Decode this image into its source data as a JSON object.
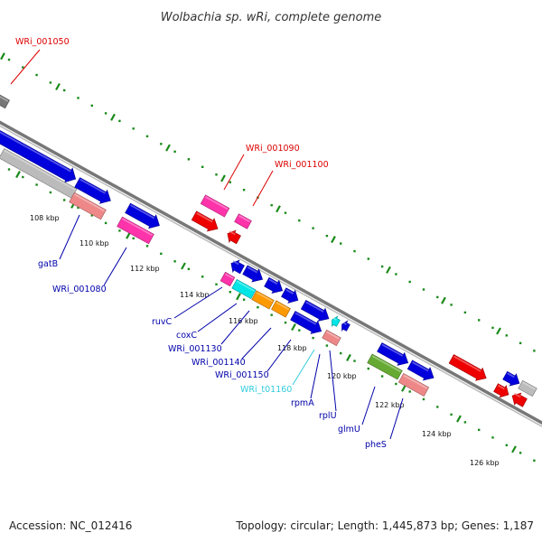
{
  "header": {
    "title": "Wolbachia sp. wRi, complete genome"
  },
  "footer": {
    "accession": "Accession: NC_012416",
    "summary": "Topology: circular; Length: 1,445,873 bp; Genes: 1,187"
  },
  "colors": {
    "backbone": "#888888",
    "tick": "#1a8a1a",
    "cds": "#0000dd",
    "rrna_pink": "#ff33aa",
    "red": "#ee0000",
    "cyan": "#00e5e5",
    "orange": "#ff9900",
    "olive": "#66aa33",
    "grey": "#bbbbbb",
    "label_blue": "#0000aa",
    "label_red": "#dd0000",
    "label_cyan": "#33ccdd"
  },
  "scale": {
    "ticks": [
      "108 kbp",
      "110 kbp",
      "112 kbp",
      "114 kbp",
      "116 kbp",
      "118 kbp",
      "120 kbp",
      "122 kbp",
      "124 kbp",
      "126 kbp"
    ]
  },
  "labels": [
    {
      "id": "wri001050",
      "text": "WRi_001050",
      "color": "red"
    },
    {
      "id": "wri001090",
      "text": "WRi_001090",
      "color": "red"
    },
    {
      "id": "wri001100",
      "text": "WRi_001100",
      "color": "red"
    },
    {
      "id": "gatb",
      "text": "gatB",
      "color": "blue"
    },
    {
      "id": "wri001080",
      "text": "WRi_001080",
      "color": "blue"
    },
    {
      "id": "ruvc",
      "text": "ruvC",
      "color": "blue"
    },
    {
      "id": "coxc",
      "text": "coxC",
      "color": "blue"
    },
    {
      "id": "wri001130",
      "text": "WRi_001130",
      "color": "blue"
    },
    {
      "id": "wri001140",
      "text": "WRi_001140",
      "color": "blue"
    },
    {
      "id": "wri001150",
      "text": "WRi_001150",
      "color": "blue"
    },
    {
      "id": "writ01160",
      "text": "WRi_t01160",
      "color": "cyan"
    },
    {
      "id": "rpma",
      "text": "rpmA",
      "color": "blue"
    },
    {
      "id": "rplu",
      "text": "rplU",
      "color": "blue"
    },
    {
      "id": "glmu",
      "text": "glmU",
      "color": "blue"
    },
    {
      "id": "phes",
      "text": "pheS",
      "color": "blue"
    }
  ]
}
